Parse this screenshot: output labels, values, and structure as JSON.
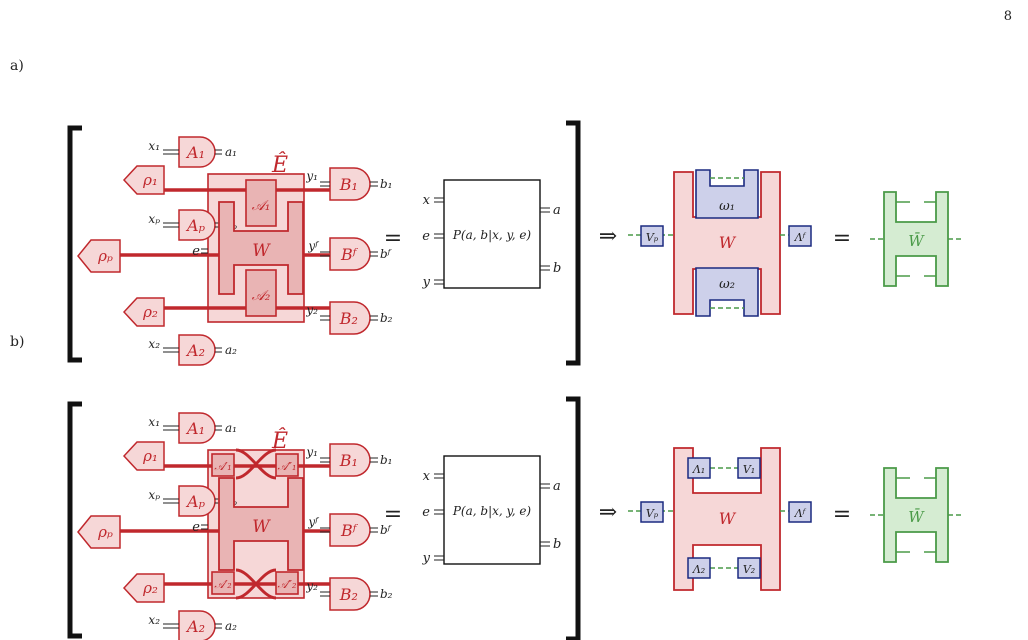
{
  "page_number": "8",
  "panels": [
    {
      "tag": "a)",
      "detectors_left": [
        {
          "input": "x₁",
          "name": "A₁",
          "output": "a₁"
        },
        {
          "input": "xₚ",
          "name": "Aₚ",
          "output": "aₚ"
        },
        {
          "input": "x₂",
          "name": "A₂",
          "output": "a₂"
        }
      ],
      "states": [
        "ρ₁",
        "ρₚ",
        "ρ₂"
      ],
      "detectors_right": [
        {
          "input": "y₁",
          "name": "B₁",
          "output": "b₁"
        },
        {
          "input": "yᶠ",
          "name": "Bᶠ",
          "output": "bᶠ"
        },
        {
          "input": "y₂",
          "name": "B₂",
          "output": "b₂"
        }
      ],
      "box_label": "Ê",
      "env_label": "e",
      "process": "W",
      "instruments": [
        "𝒜₁",
        "𝒜₂"
      ],
      "prob_box": {
        "in_top": "x",
        "in_mid": "e",
        "in_bot": "y",
        "out_top": "a",
        "out_bot": "b",
        "formula": "P(a, b|x, y, e)"
      },
      "equals": "=",
      "implies": "⇒",
      "result": {
        "V": "Vₚ",
        "L": "Λᶠ",
        "W": "W",
        "inner": [
          "ω₁",
          "ω₂"
        ]
      },
      "final": "W̄"
    },
    {
      "tag": "b)",
      "detectors_left": [
        {
          "input": "x₁",
          "name": "A₁",
          "output": "a₁"
        },
        {
          "input": "xₚ",
          "name": "Aₚ",
          "output": "aₚ"
        },
        {
          "input": "x₂",
          "name": "A₂",
          "output": "a₂"
        }
      ],
      "states": [
        "ρ₁",
        "ρₚ",
        "ρ₂"
      ],
      "detectors_right": [
        {
          "input": "y₁",
          "name": "B₁",
          "output": "b₁"
        },
        {
          "input": "yᶠ",
          "name": "Bᶠ",
          "output": "bᶠ"
        },
        {
          "input": "y₂",
          "name": "B₂",
          "output": "b₂"
        }
      ],
      "box_label": "Ê",
      "env_label": "e",
      "process": "W",
      "instruments": [
        "𝒜′₁",
        "𝒜″₁",
        "𝒜′₂",
        "𝒜″₂"
      ],
      "prob_box": {
        "in_top": "x",
        "in_mid": "e",
        "in_bot": "y",
        "out_top": "a",
        "out_bot": "b",
        "formula": "P(a, b|x, y, e)"
      },
      "equals": "=",
      "implies": "⇒",
      "result": {
        "V": "Vₚ",
        "L": "Λᶠ",
        "W": "W",
        "inner": [
          "Λ₁",
          "V₁",
          "Λ₂",
          "V₂"
        ]
      },
      "final": "W̄"
    }
  ],
  "colors": {
    "red": "#c0282d",
    "red_fill": "#f6d7d7",
    "red_fill_dark": "#e9b4b4",
    "blue": "#1b2a80",
    "blue_fill": "#cdd0ea",
    "green": "#4a9a48",
    "green_fill": "#d5ecd2"
  }
}
